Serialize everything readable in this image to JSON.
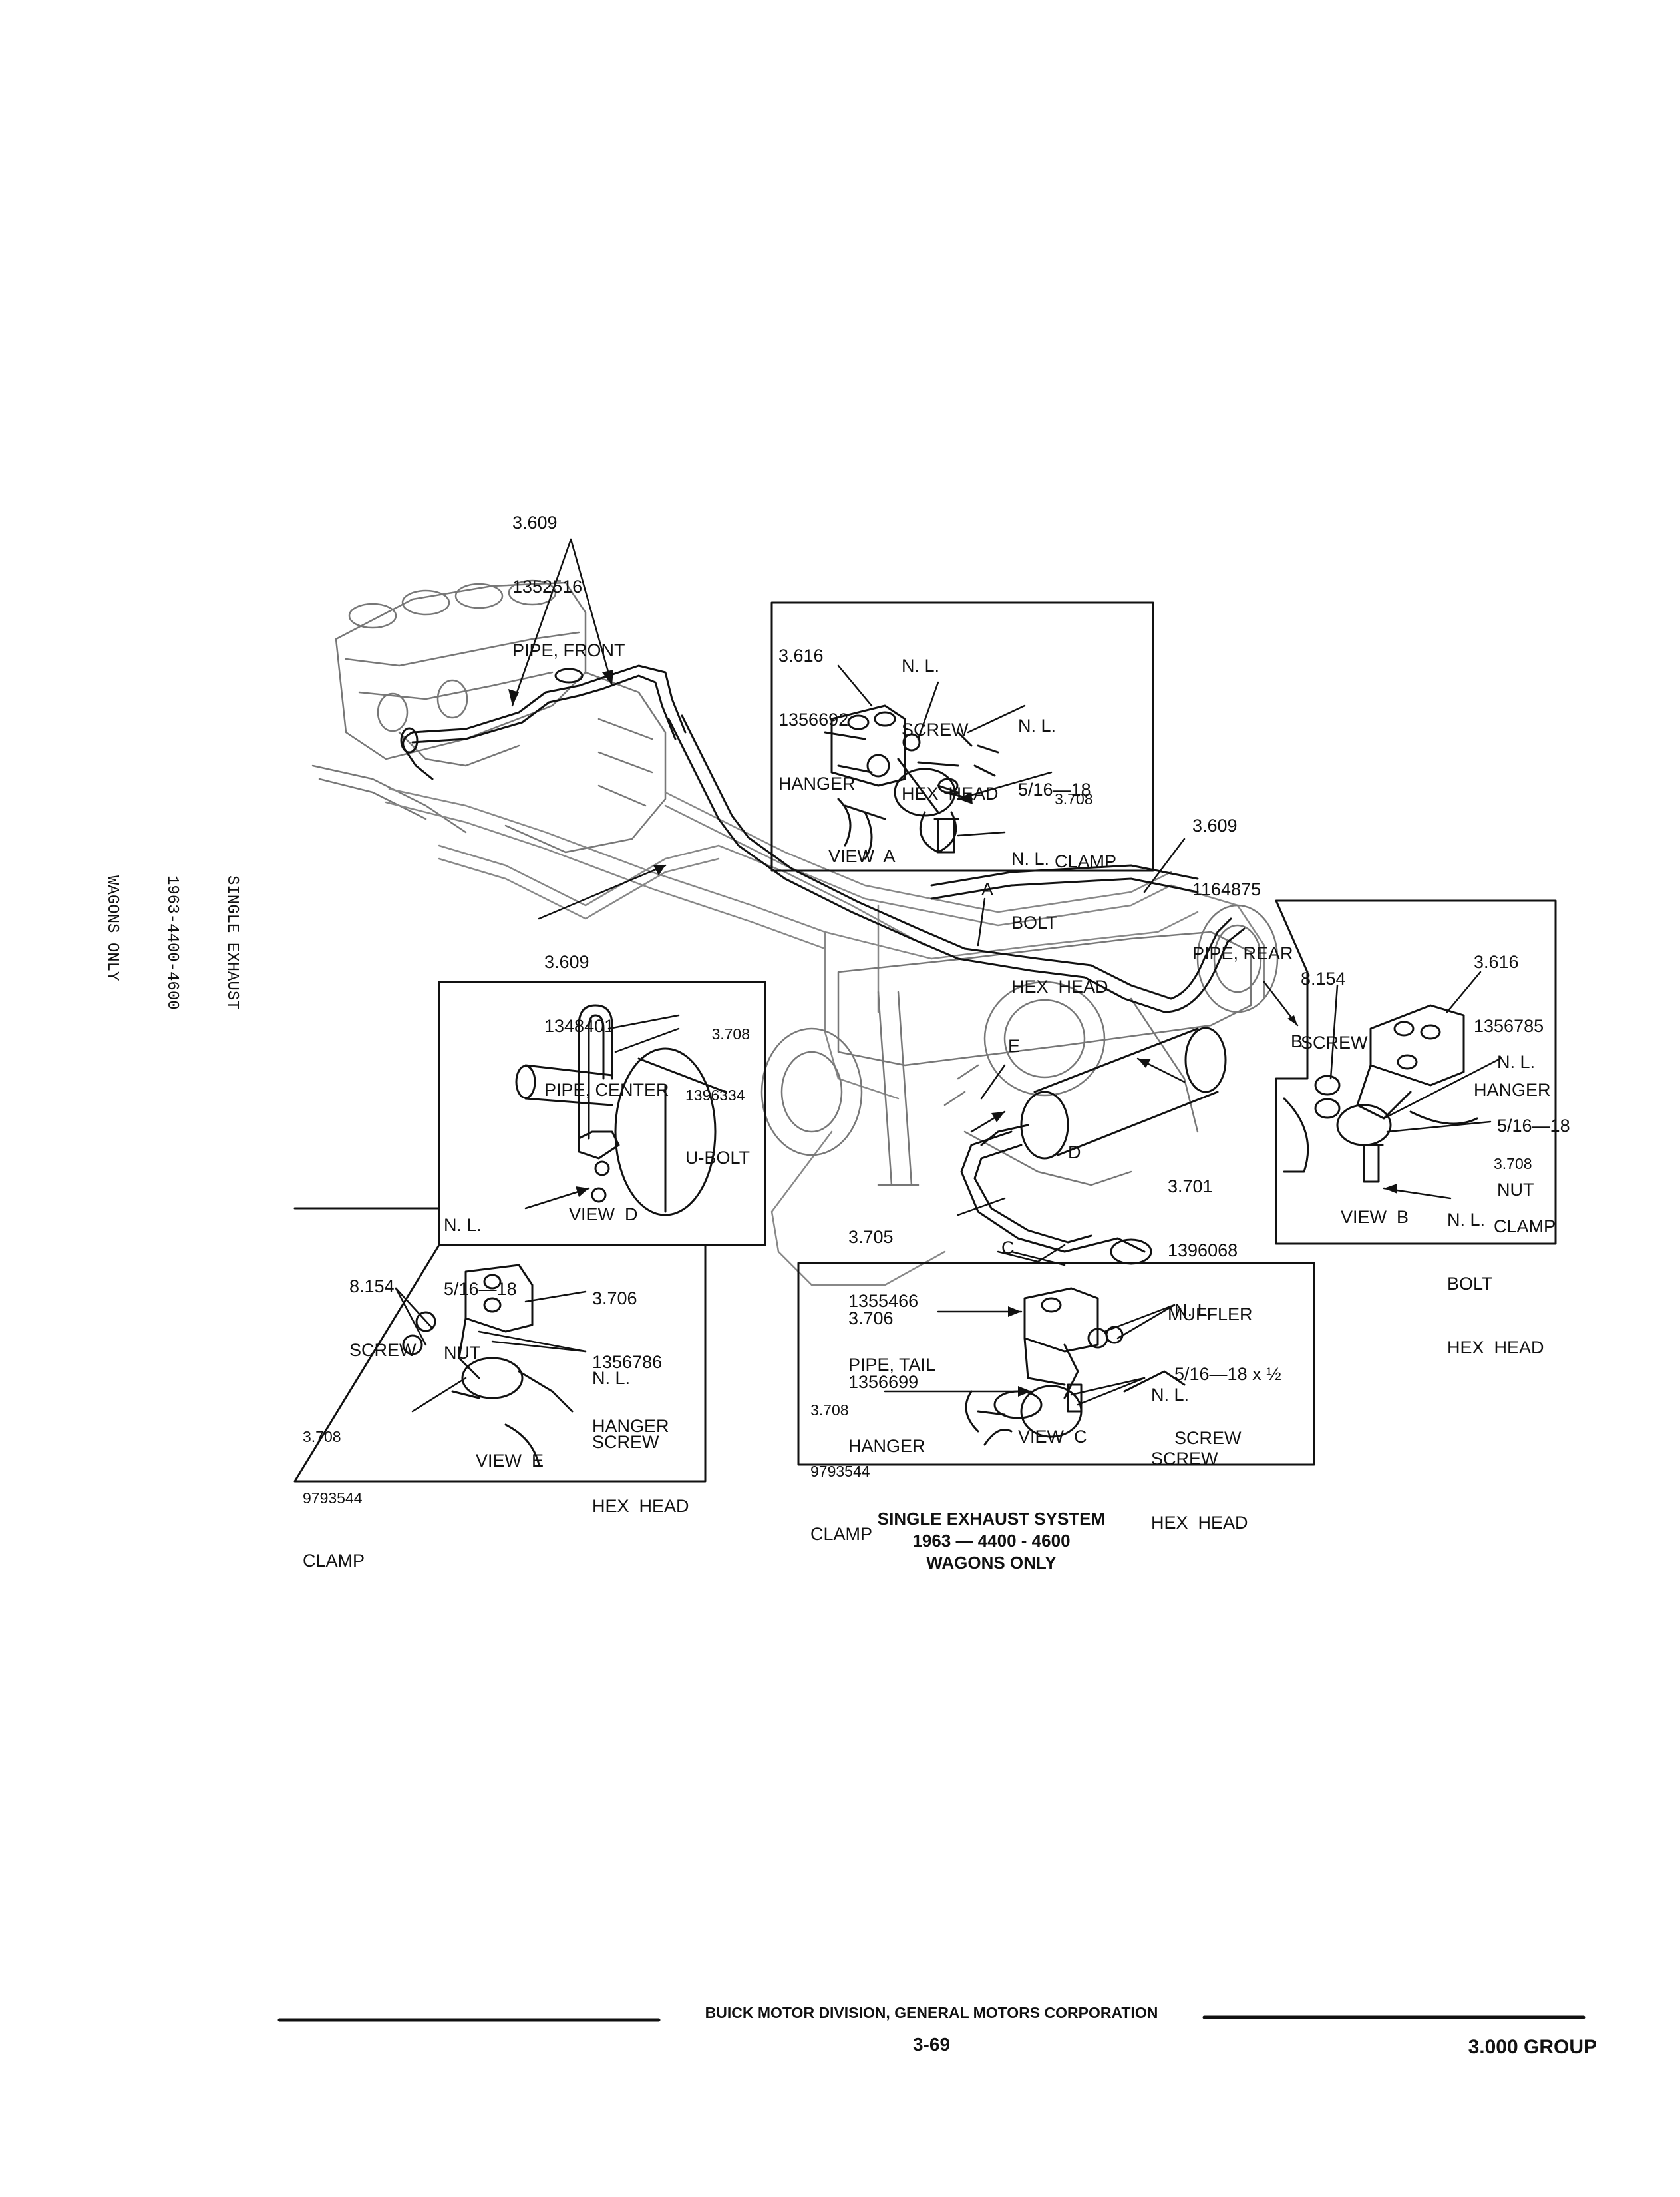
{
  "side_label": [
    "SINGLE EXHAUST",
    "1963-4400-4600",
    "WAGONS ONLY"
  ],
  "callouts": {
    "front_pipe": [
      "3.609",
      "1352516",
      "PIPE, FRONT"
    ],
    "center_pipe": [
      "3.609",
      "1348401",
      "PIPE, CENTER"
    ],
    "rear_pipe": [
      "3.609",
      "1164875",
      "PIPE, REAR"
    ],
    "muffler": [
      "3.701",
      "1396068",
      "MUFFLER"
    ],
    "tail_pipe": [
      "3.705",
      "1355466",
      "PIPE, TAIL"
    ],
    "letters": {
      "a": "A",
      "b": "B",
      "c": "C",
      "d": "D",
      "e": "E"
    }
  },
  "view_a": {
    "title": "VIEW  A",
    "hanger": [
      "3.616",
      "1356692",
      "HANGER"
    ],
    "screw": [
      "N. L.",
      "SCREW",
      "HEX  HEAD"
    ],
    "nut": [
      "N. L.",
      "5/16—18"
    ],
    "clamp": [
      "3.708",
      "CLAMP"
    ],
    "bolt": [
      "N. L.",
      "BOLT",
      "HEX  HEAD"
    ]
  },
  "view_b": {
    "title": "VIEW  B",
    "screw": [
      "8.154",
      "SCREW"
    ],
    "hanger": [
      "3.616",
      "1356785",
      "HANGER"
    ],
    "nut": [
      "N. L.",
      "5/16—18",
      "NUT"
    ],
    "clamp": [
      "3.708",
      "CLAMP"
    ],
    "bolt": [
      "N. L.",
      "BOLT",
      "HEX  HEAD"
    ]
  },
  "view_c": {
    "title": "VIEW  C",
    "hanger": [
      "3.706",
      "1356699",
      "HANGER"
    ],
    "screw_small": [
      "N. L.",
      "5/16—18 x ½",
      "SCREW"
    ],
    "clamp": [
      "3.708",
      "9793544",
      "CLAMP"
    ],
    "screw_hex": [
      "N. L.",
      "SCREW",
      "HEX  HEAD"
    ]
  },
  "view_d": {
    "title": "VIEW  D",
    "ubolt": [
      "3.708",
      "1396334",
      "U-BOLT"
    ],
    "nut": [
      "N. L.",
      "5/16—18",
      "NUT"
    ]
  },
  "view_e": {
    "title": "VIEW  E",
    "screw": [
      "8.154",
      "SCREW"
    ],
    "hanger": [
      "3.706",
      "1356786",
      "HANGER"
    ],
    "screw_hex": [
      "N. L.",
      "SCREW",
      "HEX  HEAD"
    ],
    "clamp": [
      "3.708",
      "9793544",
      "CLAMP"
    ]
  },
  "caption": [
    "SINGLE  EXHAUST  SYSTEM",
    "1963 — 4400 - 4600",
    "WAGONS   ONLY"
  ],
  "footer": {
    "org": "BUICK MOTOR DIVISION, GENERAL MOTORS CORPORATION",
    "page": "3-69",
    "group": "3.000  GROUP"
  }
}
